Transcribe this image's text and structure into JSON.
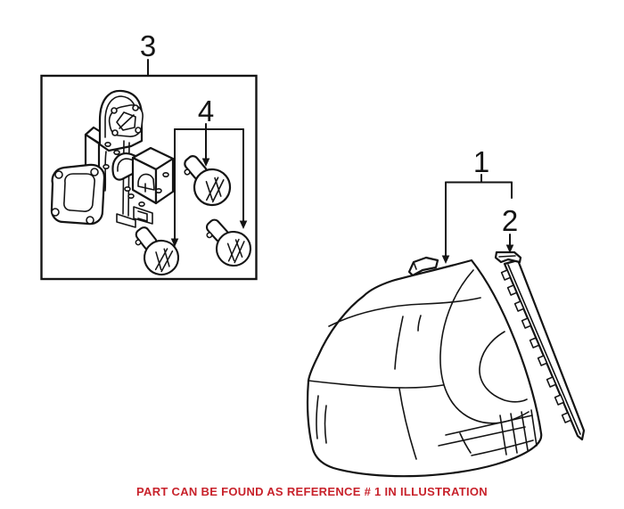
{
  "diagram": {
    "background_color": "#ffffff",
    "line_color": "#141414",
    "caption": {
      "text": "PART CAN BE FOUND AS REFERENCE # 1 IN ILLUSTRATION",
      "color": "#c8222b"
    },
    "labels": {
      "ref1": "1",
      "ref2": "2",
      "ref3": "3",
      "ref4": "4"
    }
  }
}
